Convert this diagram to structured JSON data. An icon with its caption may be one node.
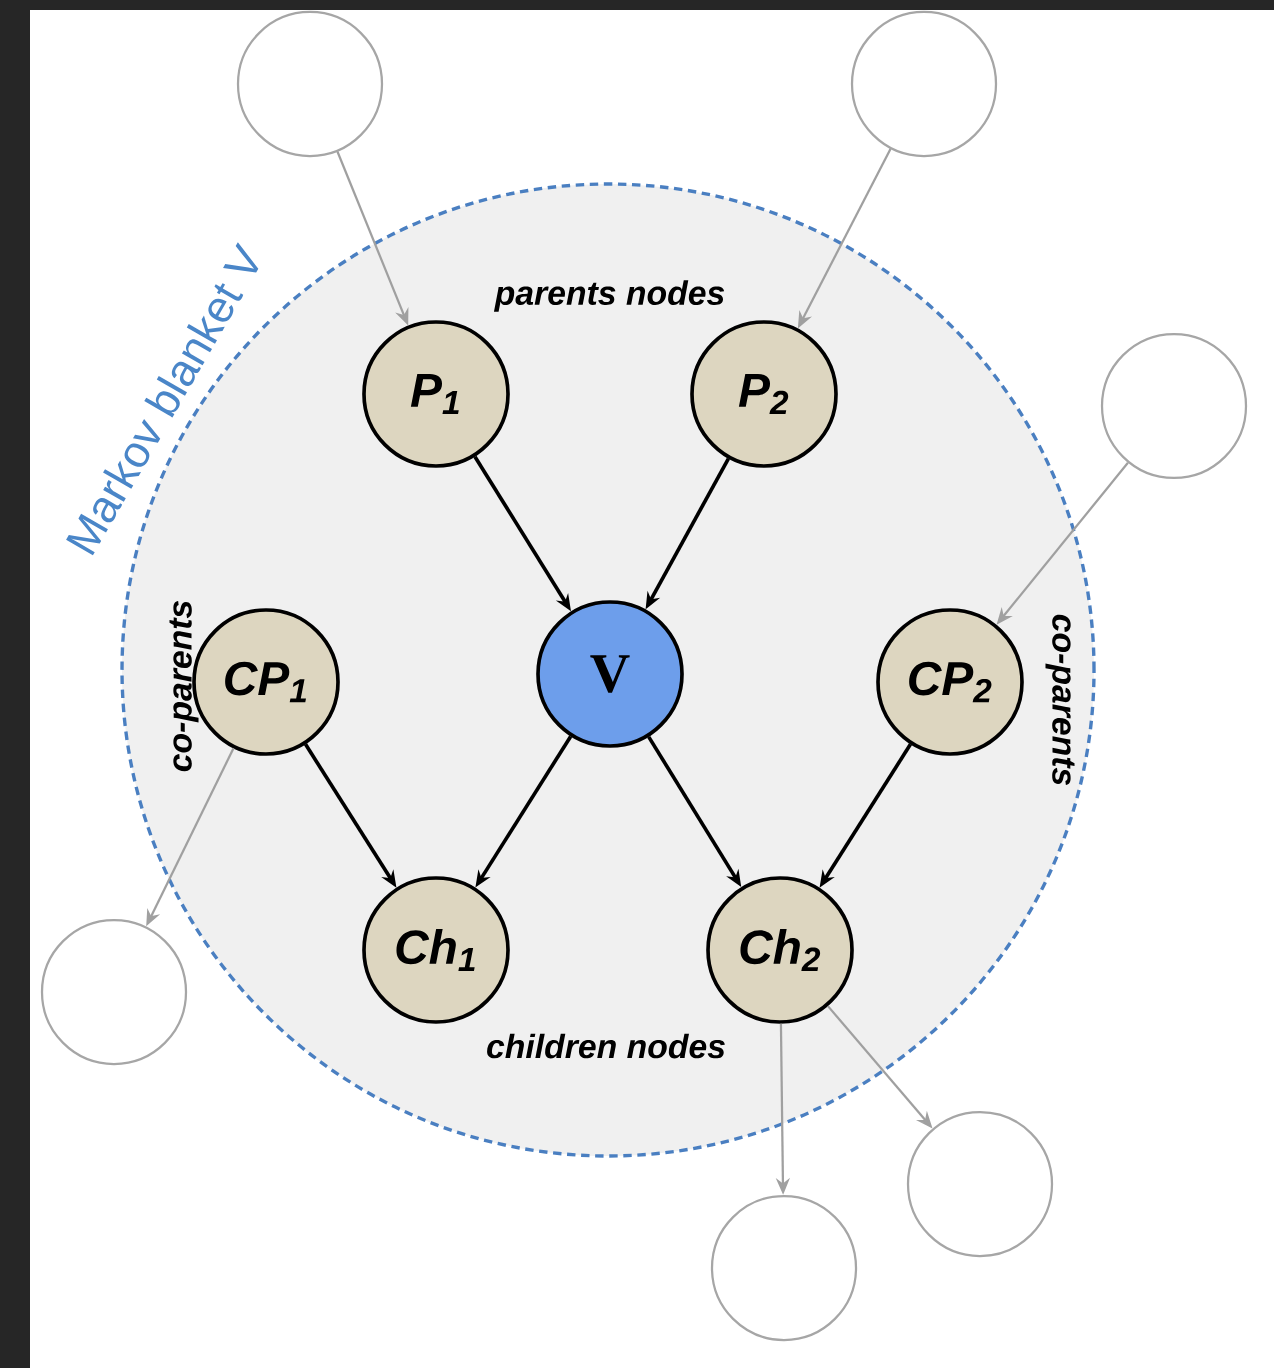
{
  "diagram": {
    "nodes": [
      {
        "text": [
          "Markov blanket V"
        ]
      },
      {
        "text": [],
        "shape": "circle"
      },
      {
        "text": [],
        "shape": "circle"
      },
      {
        "text": [
          "P$_{1}$"
        ],
        "in": 0
      },
      {
        "text": [
          "P$_{2}$"
        ],
        "in": 0
      },
      {
        "text": [],
        "shape": "circle"
      },
      {
        "text": [
          "CP$_{1}$"
        ],
        "in": 0
      },
      {
        "text": [
          "V"
        ],
        "in": 0
      },
      {
        "text": [
          "CP$_{2}$"
        ],
        "in": 0
      },
      {
        "text": [
          "Ch$_{1}$"
        ],
        "in": 0
      },
      {
        "text": [
          "Ch$_{2}$"
        ],
        "in": 0
      },
      {
        "text": [],
        "shape": "circle"
      },
      {
        "text": [],
        "shape": "circle"
      },
      {
        "text": [],
        "shape": "circle"
      }
    ],
    "edges": [
      {
        "from": 1,
        "to": 3,
        "arrow": "to",
        "color": "#a0a0a0"
      },
      {
        "from": 2,
        "to": 4,
        "arrow": "to",
        "color": "#a0a0a0"
      },
      {
        "from": 5,
        "to": 8,
        "arrow": "to",
        "color": "#a0a0a0"
      },
      {
        "from": 3,
        "to": 7,
        "arrow": "to",
        "color": "#000000"
      },
      {
        "from": 4,
        "to": 7,
        "arrow": "to",
        "color": "#000000"
      },
      {
        "from": 6,
        "to": 9,
        "arrow": "to",
        "color": "#000000"
      },
      {
        "from": 7,
        "to": 9,
        "arrow": "to",
        "color": "#000000"
      },
      {
        "from": 7,
        "to": 10,
        "arrow": "to",
        "color": "#000000"
      },
      {
        "from": 8,
        "to": 10,
        "arrow": "to",
        "color": "#000000"
      },
      {
        "from": 6,
        "to": 11,
        "arrow": "to",
        "color": "#a0a0a0"
      },
      {
        "from": 10,
        "to": 13,
        "arrow": "to",
        "color": "#a0a0a0"
      },
      {
        "from": 10,
        "to": 12,
        "arrow": "to",
        "color": "#a0a0a0"
      }
    ],
    "labels": [
      "parents nodes",
      "co-parents",
      "co-parents",
      "children nodes"
    ]
  }
}
